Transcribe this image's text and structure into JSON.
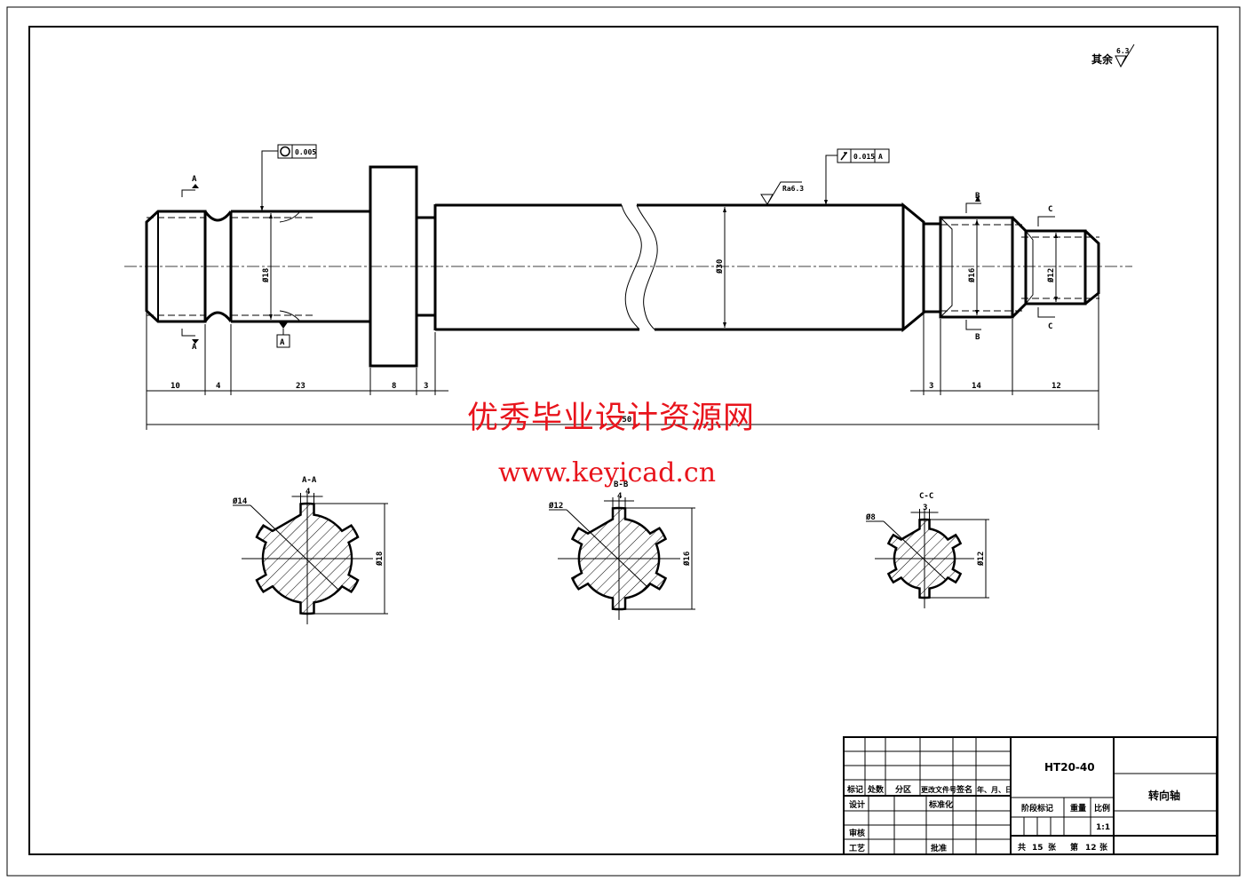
{
  "drawing": {
    "surface_finish_note": {
      "prefix": "其余",
      "value": "6.3"
    },
    "roughness_mark": "Ra6.3",
    "tolerances": {
      "circularity": {
        "symbol": "circle-icon",
        "value": "0.005"
      },
      "runout": {
        "symbol": "runout-arrow-icon",
        "value": "0.015",
        "datum": "A"
      }
    },
    "datum_label": "A",
    "diameters": {
      "left_shaft": "Ø18",
      "main_shaft": "Ø30",
      "right_shaft_1": "Ø16",
      "right_shaft_2": "Ø12"
    },
    "section_labels": {
      "a": "A",
      "b": "B",
      "c": "C"
    },
    "dimensions_left": [
      "10",
      "4",
      "23",
      "8",
      "3"
    ],
    "dimensions_right": [
      "3",
      "14",
      "12"
    ],
    "overall_length": "750",
    "sections": [
      {
        "title": "A-A",
        "key_width": "4",
        "inner_dia": "Ø14",
        "outer_dia": "Ø18"
      },
      {
        "title": "B-B",
        "key_width": "4",
        "inner_dia": "Ø12",
        "outer_dia": "Ø16"
      },
      {
        "title": "C-C",
        "key_width": "3",
        "inner_dia": "Ø8",
        "outer_dia": "Ø12"
      }
    ]
  },
  "watermark": {
    "line1": "优秀毕业设计资源网",
    "line2": "www.keyicad.cn"
  },
  "title_block": {
    "revision_headers": [
      "标记",
      "处数",
      "分区",
      "更改文件号",
      "签名",
      "年、月、日"
    ],
    "rows": {
      "design": "设计",
      "standardize": "标准化",
      "review": "审核",
      "process": "工艺",
      "approve": "批准"
    },
    "drawing_number": "HT20-40",
    "stage_label": "阶段标记",
    "weight_label": "重量",
    "scale_label": "比例",
    "scale_value": "1:1",
    "sheets_text": {
      "total_prefix": "共",
      "total": "15",
      "total_suffix": "张",
      "page_prefix": "第",
      "page": "12",
      "page_suffix": "张"
    },
    "part_name": "转向轴"
  }
}
